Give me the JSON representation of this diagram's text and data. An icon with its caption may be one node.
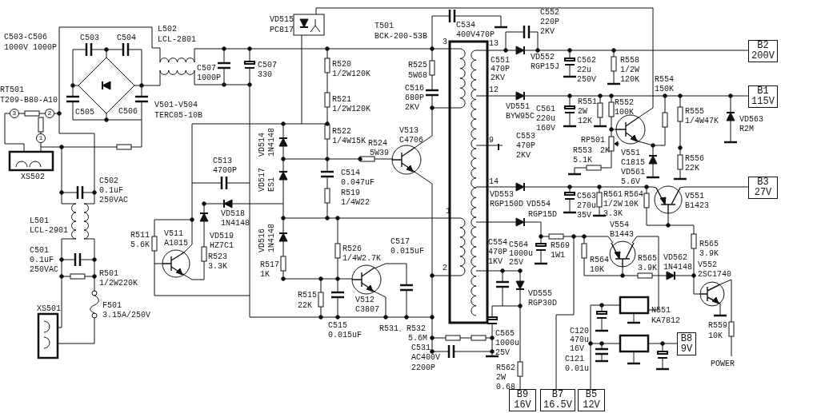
{
  "diagram": {
    "nodes": [
      {
        "text": [
          "B2 200V"
        ]
      },
      {
        "text": [
          "B1 115V"
        ]
      },
      {
        "text": [
          "B3 27V"
        ]
      },
      {
        "text": [
          "B8 9V"
        ]
      },
      {
        "text": [
          "B9 16V"
        ]
      },
      {
        "text": [
          "B7 16.5V"
        ]
      },
      {
        "text": [
          "B5 12V"
        ]
      }
    ],
    "labels": [
      "VD515",
      "PC817",
      "T501",
      "BCK-200-53B",
      "C534",
      "400V470P",
      "C552",
      "220P",
      "2KV",
      "C503-C506",
      "1000V 1000P",
      "C503",
      "C504",
      "L502",
      "LCL-2801",
      "C507",
      "1000P",
      "C507",
      "330",
      "R520",
      "1/2W120K",
      "R525",
      "5W68",
      "3",
      "13",
      "C551",
      "470P",
      "2KV",
      "VD552",
      "RGP15J",
      "C562",
      "22u",
      "250V",
      "R558",
      "1/2W",
      "120K",
      "RT501",
      "T209-B80-A10",
      "R554",
      "150K",
      "C505",
      "C506",
      "V501-V504",
      "TERC05-10B",
      "C516",
      "680P",
      "2KV",
      "R521",
      "1/2W120K",
      "12",
      "VD551",
      "BYW95C",
      "C561",
      "220u",
      "160V",
      "R551",
      "2W",
      "12K",
      "R552",
      "100K",
      "R555",
      "1/4W47K",
      "VD563",
      "R2M",
      "3",
      "2",
      "1",
      "XS502",
      "R522",
      "1/4W15K",
      "R524",
      "5W39",
      "V513",
      "C4706",
      "9",
      "C553",
      "470P",
      "2KV",
      "RP501",
      "R553",
      "2K",
      "5.1K",
      "V551",
      "C1815",
      "VD561",
      "5.6V",
      "R556",
      "22K",
      "C513",
      "4700P",
      "C514",
      "0.047uF",
      "VD514",
      "1N4148",
      "VD517",
      "ES1",
      "C502",
      "0.1uF",
      "250VAC",
      "R519",
      "1/4W22",
      "14",
      "VD553",
      "RGP150D",
      "VD554",
      "RGP15D",
      "C563",
      "270u",
      "35V",
      "R561",
      "1/2W",
      "3.3K",
      "R564",
      "10K",
      "V551",
      "B1423",
      "VD518",
      "1N4148",
      "1",
      "L501",
      "LCL-2901",
      "VD516",
      "1N4148",
      "R511",
      "5.6K",
      "V511",
      "A1015",
      "VD519",
      "HZ7C1",
      "C554",
      "470P",
      "1KV",
      "C564",
      "1000u",
      "25V",
      "R569",
      "1W1",
      "V554",
      "B1443",
      "R565",
      "3.9K",
      "C517",
      "0.015uF",
      "R526",
      "1/4W2.7K",
      "C501",
      "0.1uF",
      "250VAC",
      "R523",
      "3.3K",
      "R517",
      "1K",
      "R564",
      "10K",
      "R565",
      "3.9K",
      "VD562",
      "1N4148",
      "V552",
      "2SC1740",
      "2",
      "R501",
      "1/2W220K",
      "VD555",
      "RGP30D",
      "R515",
      "22K",
      "V512",
      "C3807",
      "F501",
      "3.15A/250V",
      "XS501",
      "N551",
      "KA7812",
      "C120",
      "470u",
      "16V",
      "C515",
      "0.015uF",
      "R531、R532",
      "5.6M",
      "C531",
      "AC400V",
      "2200P",
      "C565",
      "1000u",
      "25V",
      "R559",
      "10K",
      "C121",
      "0.01u",
      "POWER",
      "R562",
      "2W",
      "0.68"
    ]
  }
}
